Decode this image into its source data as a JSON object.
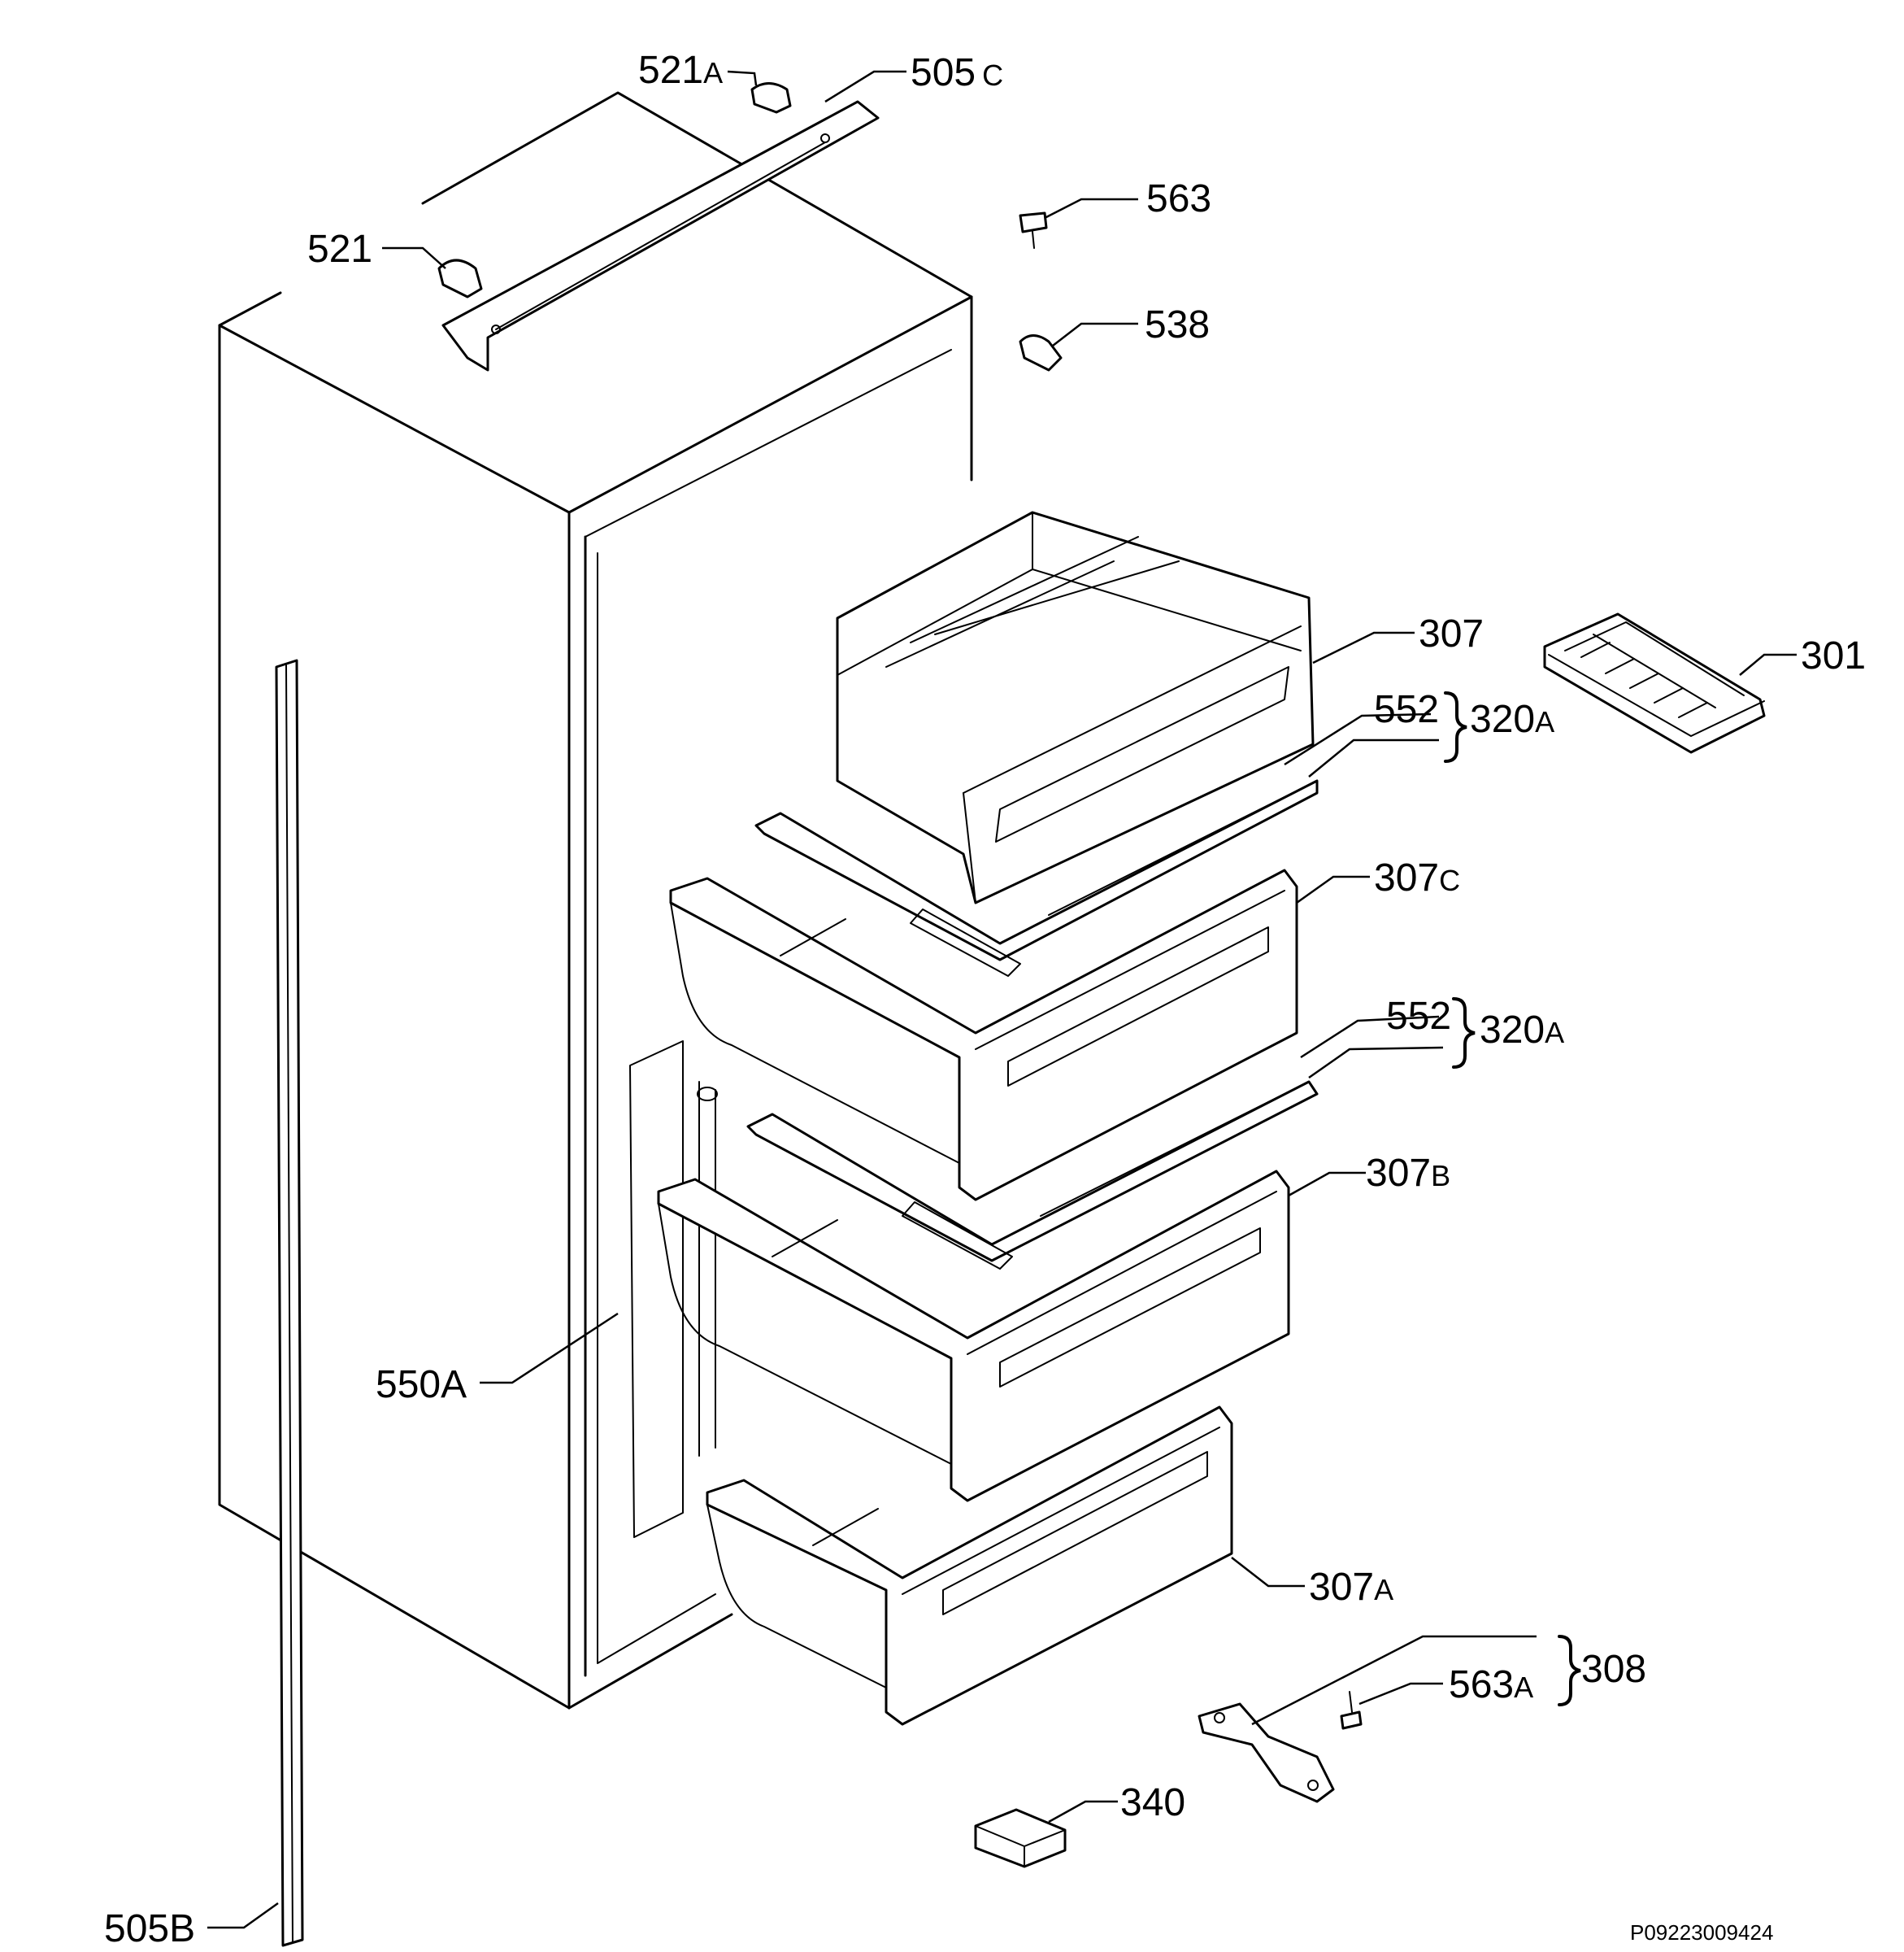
{
  "labels": [
    {
      "id": "521A",
      "main": "521",
      "sub": "A"
    },
    {
      "id": "505C",
      "main": "505",
      "sub": "C"
    },
    {
      "id": "563",
      "main": "563",
      "sub": ""
    },
    {
      "id": "521",
      "main": "521",
      "sub": ""
    },
    {
      "id": "538",
      "main": "538",
      "sub": ""
    },
    {
      "id": "307",
      "main": "307",
      "sub": ""
    },
    {
      "id": "301",
      "main": "301",
      "sub": ""
    },
    {
      "id": "552-top",
      "main": "552",
      "sub": ""
    },
    {
      "id": "320A-top",
      "main": "320",
      "sub": "A"
    },
    {
      "id": "307C",
      "main": "307",
      "sub": "C"
    },
    {
      "id": "552-bottom",
      "main": "552",
      "sub": ""
    },
    {
      "id": "320A-bottom",
      "main": "320",
      "sub": "A"
    },
    {
      "id": "307B",
      "main": "307",
      "sub": "B"
    },
    {
      "id": "550A",
      "main": "550A",
      "sub": ""
    },
    {
      "id": "307A",
      "main": "307",
      "sub": "A"
    },
    {
      "id": "308",
      "main": "308",
      "sub": ""
    },
    {
      "id": "563A",
      "main": "563",
      "sub": "A"
    },
    {
      "id": "340",
      "main": "340",
      "sub": ""
    },
    {
      "id": "505B",
      "main": "505B",
      "sub": ""
    }
  ],
  "drawing_code": "P09223009424"
}
